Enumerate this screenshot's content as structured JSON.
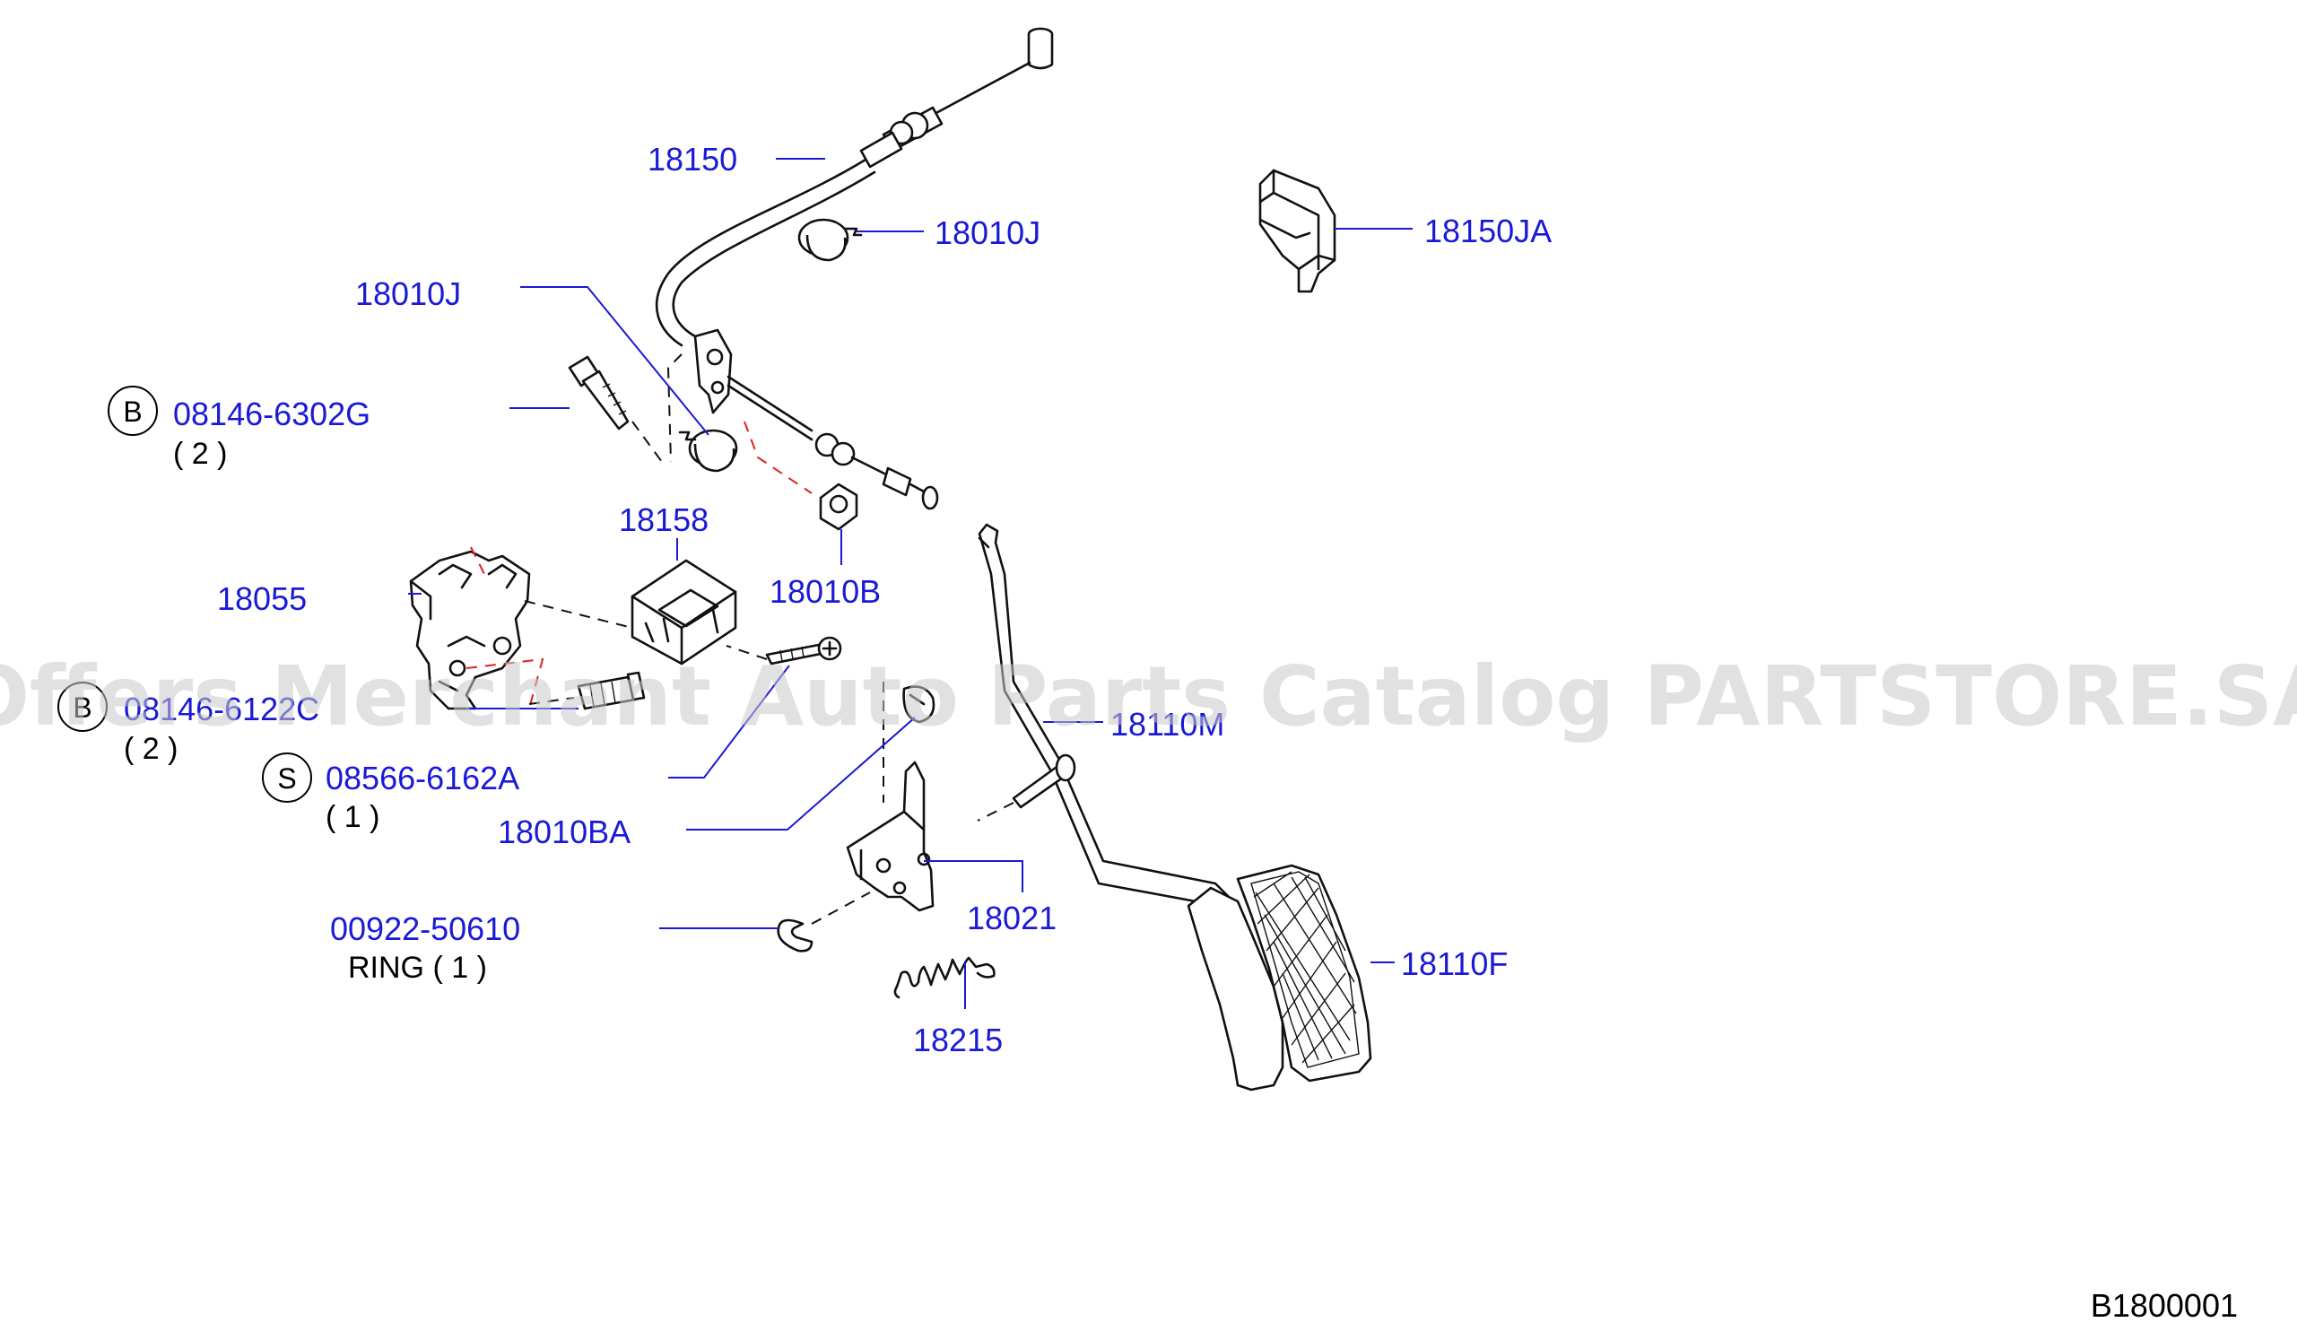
{
  "watermark": "Offers Merchant Auto Parts Catalog PARTSTORE.SA",
  "diagram_id": "B1800001",
  "parts": {
    "p18150": "18150",
    "p18010j_top": "18010J",
    "p18150ja": "18150JA",
    "p18010j_left": "18010J",
    "p08146_6302g": "08146-6302G",
    "p08146_6302g_qty": "( 2 )",
    "p18158": "18158",
    "p18010b": "18010B",
    "p18055": "18055",
    "p08146_6122c": "08146-6122C",
    "p08146_6122c_qty": "( 2 )",
    "p18110m": "18110M",
    "p08566_6162a": "08566-6162A",
    "p08566_6162a_qty": "( 1 )",
    "p18010ba": "18010BA",
    "p18021": "18021",
    "p00922_50610": "00922-50610",
    "p00922_50610_qty": "RING ( 1 )",
    "p18110f": "18110F",
    "p18215": "18215"
  },
  "circle_letters": {
    "b1": "B",
    "b2": "B",
    "s1": "S"
  }
}
